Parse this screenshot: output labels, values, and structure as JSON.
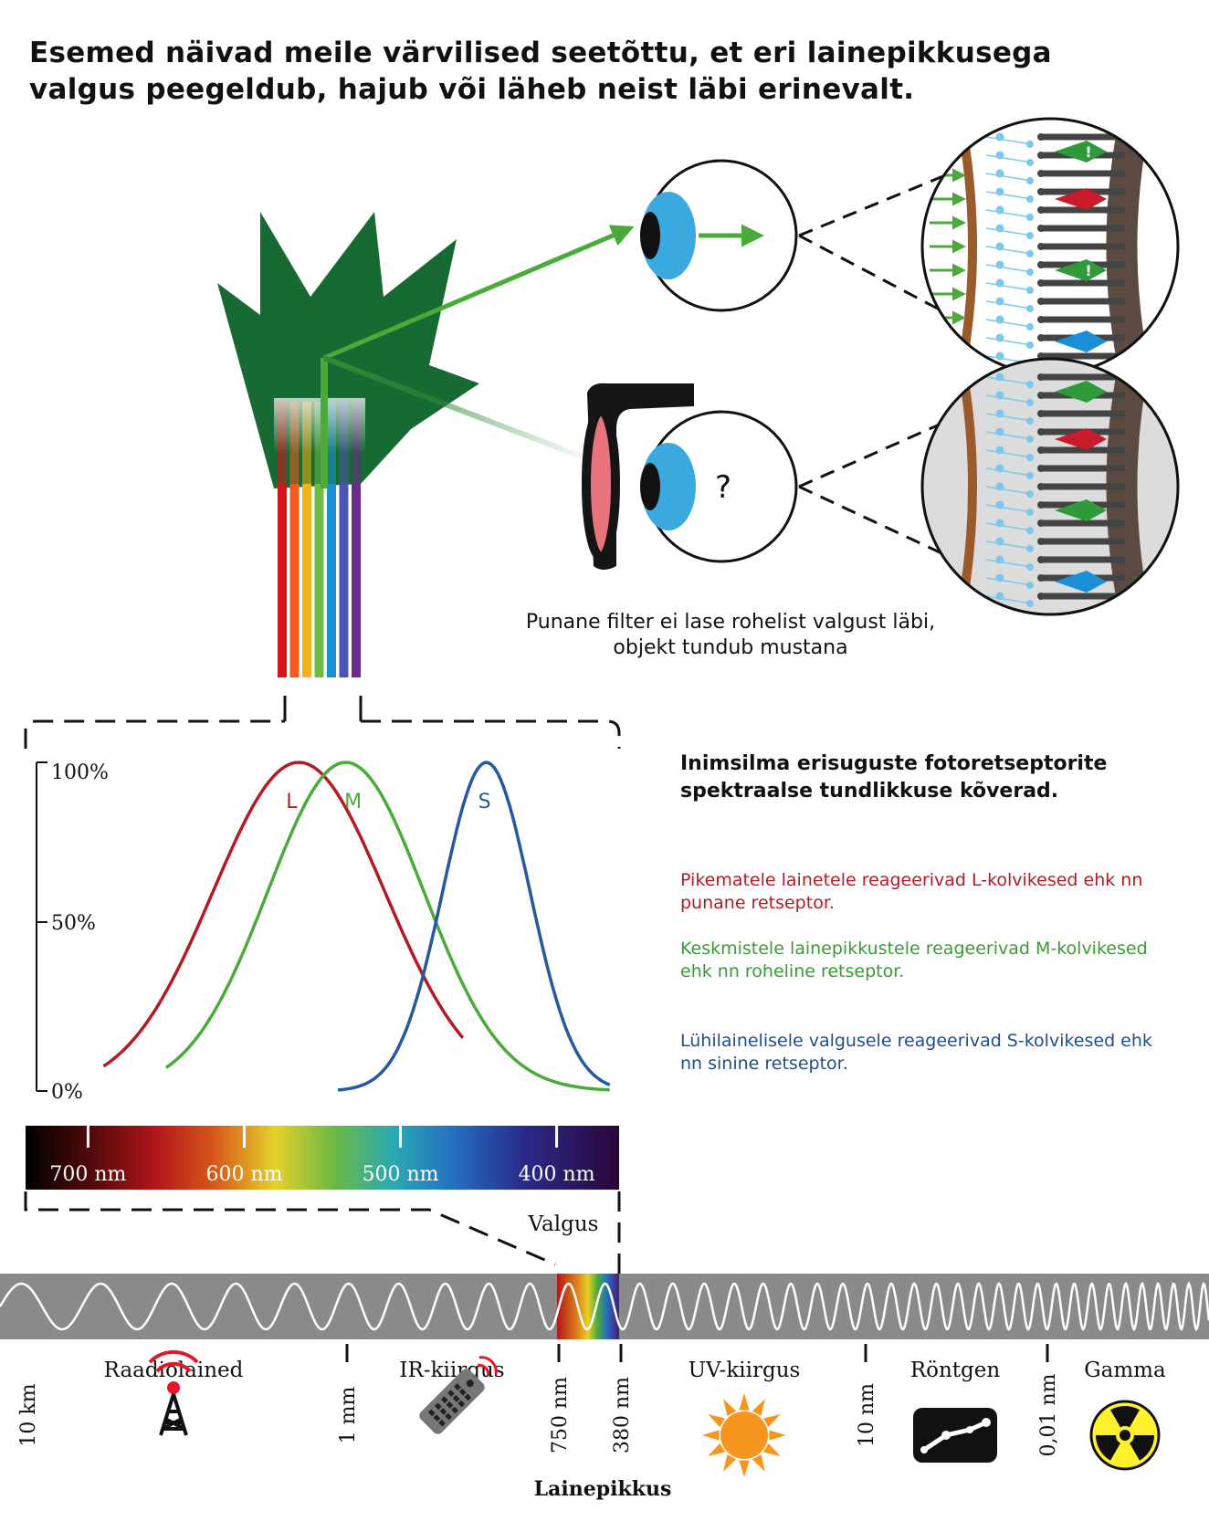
{
  "headline": "Esemed näivad meile värvilised seetõttu, et eri lainepikkusega valgus peegeldub, hajub või läheb neist läbi erinevalt.",
  "question_mark": "?",
  "alert_mark": "!",
  "filter_caption": {
    "line1": "Punane filter ei lase rohelist valgust läbi,",
    "line2": "objekt tundub mustana"
  },
  "info": {
    "title": "Inimsilma erisuguste fotoretseptorite spektraalse tundlikkuse kõverad.",
    "l_text": "Pikematele lainetele reageerivad L-kolvikesed ehk nn punane retseptor.",
    "m_text": "Keskmistele lainepikkustele reageerivad M-kolvikesed ehk nn roheline retseptor.",
    "s_text": "Lühilainelisele valgusele reageerivad S-kolvikesed ehk nn sinine retseptor."
  },
  "colors": {
    "leaf": "#176a32",
    "light_green": "#4aab3a",
    "l_curve": "#b31b22",
    "m_curve": "#4aab3a",
    "s_curve": "#2558a0",
    "iris": "#39a9e0",
    "filter": "#e8737d",
    "band": "#8a8a8a"
  },
  "chart_data": {
    "type": "line",
    "x_axis": "wavelength_nm",
    "xlim": [
      740,
      360
    ],
    "ylim": [
      0,
      100
    ],
    "y_ticks": [
      "0%",
      "50%",
      "100%"
    ],
    "x_ticks": [
      "700 nm",
      "600 nm",
      "500 nm",
      "400 nm"
    ],
    "x_tick_values": [
      700,
      600,
      500,
      400
    ],
    "series": [
      {
        "name": "L",
        "peak_nm": 565,
        "sigma_nm": 55,
        "x_start": 690,
        "x_end": 460
      },
      {
        "name": "M",
        "peak_nm": 535,
        "sigma_nm": 50,
        "x_start": 650,
        "x_end": 365
      },
      {
        "name": "S",
        "peak_nm": 445,
        "sigma_nm": 28,
        "x_start": 540,
        "x_end": 365
      }
    ]
  },
  "spectrum": {
    "visible_label": "Valgus",
    "axis_title": "Lainepikkus",
    "scale_labels": [
      "10 km",
      "1 mm",
      "750 nm",
      "380 nm",
      "10 nm",
      "0,01 nm"
    ],
    "regions": [
      {
        "label": "Raadiolained",
        "icon": "radio-tower-icon"
      },
      {
        "label": "IR-kiirgus",
        "icon": "remote-control-icon"
      },
      {
        "label": "UV-kiirgus",
        "icon": "sun-icon"
      },
      {
        "label": "Röntgen",
        "icon": "xray-bone-icon"
      },
      {
        "label": "Gamma",
        "icon": "radiation-icon"
      }
    ]
  }
}
